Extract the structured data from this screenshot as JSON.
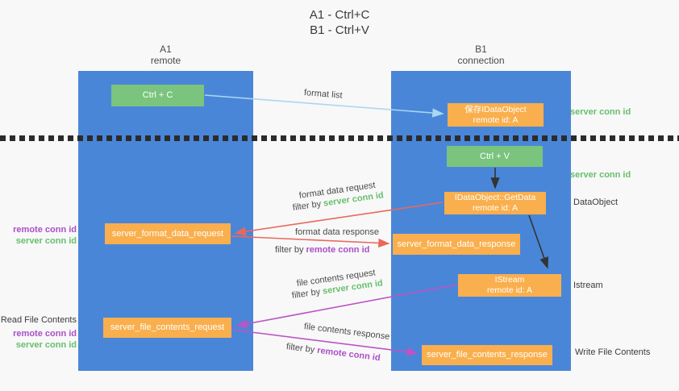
{
  "title": {
    "line1": "A1 - Ctrl+C",
    "line2": "B1 - Ctrl+V"
  },
  "lifelines": {
    "a1": {
      "name": "A1",
      "role": "remote"
    },
    "b1": {
      "name": "B1",
      "role": "connection"
    }
  },
  "boxes": {
    "ctrl_c": {
      "label": "Ctrl + C"
    },
    "save_idataobject": {
      "line1": "保存IDataObject",
      "line2": "remote id: A"
    },
    "ctrl_v": {
      "label": "Ctrl + V"
    },
    "getdata": {
      "line1": "IDataObject::GetData",
      "line2": "remote id: A"
    },
    "format_request": {
      "label": "server_format_data_request"
    },
    "format_response": {
      "label": "server_format_data_response"
    },
    "istream": {
      "line1": "IStream",
      "line2": "remote id: A"
    },
    "file_request": {
      "label": "server_file_contents_request"
    },
    "file_response": {
      "label": "server_file_contents_response"
    }
  },
  "annotations": {
    "server_conn_id_top": "server conn id",
    "server_conn_id_mid": "server conn id",
    "dataobject": "DataObject",
    "istream": "Istream",
    "write_file_contents": "Write File Contents",
    "read_file_contents": "Read File Contents",
    "left_group1": {
      "remote": "remote conn id",
      "server": "server conn id"
    },
    "left_group2": {
      "remote": "remote conn id",
      "server": "server conn id"
    }
  },
  "arrows": {
    "format_list": {
      "label": "format list"
    },
    "format_data_request": {
      "label": "format data request",
      "filter_prefix": "filter by ",
      "filter_key": "server conn id"
    },
    "format_data_response": {
      "label": "format data response",
      "filter_prefix": "filter by ",
      "filter_key": "remote conn id"
    },
    "file_contents_request": {
      "label": "file contents request",
      "filter_prefix": "filter by ",
      "filter_key": "server conn id"
    },
    "file_contents_response": {
      "label": "file contents response",
      "filter_prefix": "filter by ",
      "filter_key": "remote conn id"
    }
  },
  "colors": {
    "lifeline_blue": "#4a86d8",
    "action_green": "#7ac47e",
    "message_orange": "#f9af4d",
    "arrow_light_blue": "#a8d7f2",
    "arrow_red": "#e8695c",
    "arrow_magenta": "#bb55c4",
    "arrow_black": "#333333",
    "server_conn_green": "#67bf6b",
    "remote_conn_purple": "#ab4fc6",
    "background": "#f8f8f9"
  }
}
